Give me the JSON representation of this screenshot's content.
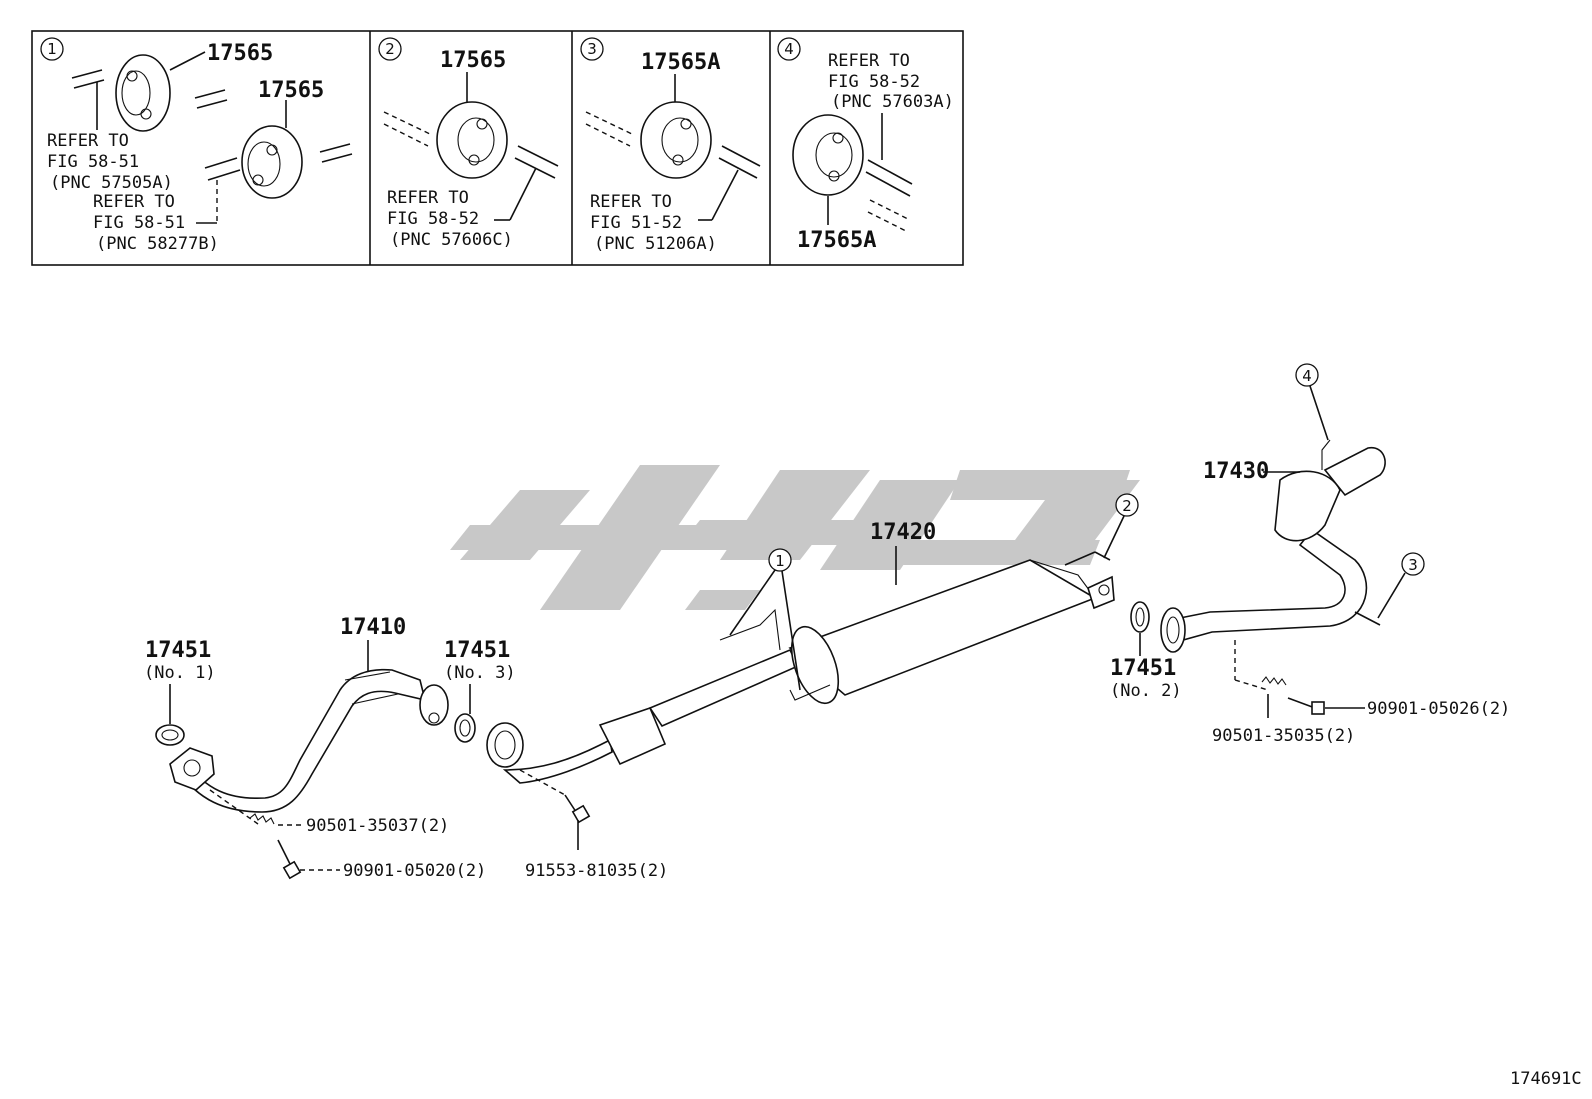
{
  "figure_code": "174691C",
  "legend": {
    "panels": [
      {
        "number": "1",
        "parts": [
          "17565",
          "17565"
        ],
        "refs": [
          {
            "line1": "REFER TO",
            "line2": "FIG 58-51",
            "pnc": "(PNC 57505A)"
          },
          {
            "line1": "REFER TO",
            "line2": "FIG 58-51",
            "pnc": "(PNC 58277B)"
          }
        ]
      },
      {
        "number": "2",
        "parts": [
          "17565"
        ],
        "refs": [
          {
            "line1": "REFER TO",
            "line2": "FIG 58-52",
            "pnc": "(PNC 57606C)"
          }
        ]
      },
      {
        "number": "3",
        "parts": [
          "17565A"
        ],
        "refs": [
          {
            "line1": "REFER TO",
            "line2": "FIG 51-52",
            "pnc": "(PNC 51206A)"
          }
        ]
      },
      {
        "number": "4",
        "parts": [
          "17565A"
        ],
        "refs": [
          {
            "line1": "REFER TO",
            "line2": "FIG 58-52",
            "pnc": "(PNC 57603A)"
          }
        ]
      }
    ]
  },
  "callouts": {
    "p17451_no1": {
      "number": "17451",
      "sub": "(No. 1)"
    },
    "p17410": {
      "number": "17410"
    },
    "p17451_no3": {
      "number": "17451",
      "sub": "(No. 3)"
    },
    "p17420": {
      "number": "17420"
    },
    "p17451_no2": {
      "number": "17451",
      "sub": "(No. 2)"
    },
    "p17430": {
      "number": "17430"
    },
    "spring_front": "90501-35037(2)",
    "bolt_front": "90901-05020(2)",
    "bolt_mid": "91553-81035(2)",
    "spring_rear": "90501-35035(2)",
    "bolt_rear": "90901-05026(2)",
    "circle_1": "1",
    "circle_2": "2",
    "circle_3": "3",
    "circle_4": "4"
  }
}
